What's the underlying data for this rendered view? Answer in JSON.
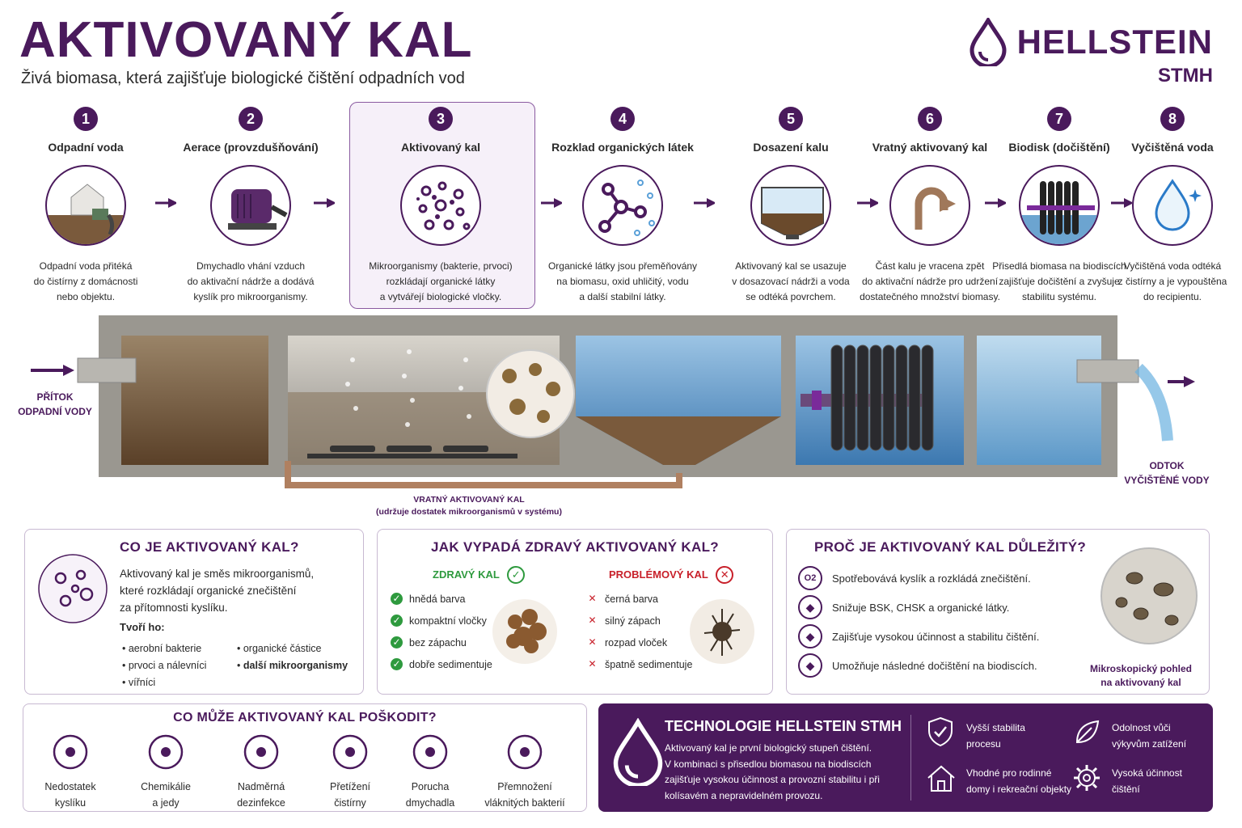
{
  "header": {
    "title": "AKTIVOVANÝ KAL",
    "subtitle": "Živá biomasa, která zajišťuje biologické čištění odpadních vod",
    "brand": "HELLSTEIN",
    "brand_sub": "STMH"
  },
  "steps": [
    {
      "n": "1",
      "label": "Odpadní voda",
      "d1": "Odpadní voda přitéká",
      "d2": "do čistírny z domácnosti",
      "d3": "nebo objektu.",
      "icon": "house-icon"
    },
    {
      "n": "2",
      "label": "Aerace (provzdušňování)",
      "d1": "Dmychadlo vhání vzduch",
      "d2": "do aktivační nádrže a dodává",
      "d3": "kyslík pro mikroorganismy.",
      "icon": "blower-icon"
    },
    {
      "n": "3",
      "label": "Aktivovaný kal",
      "d1": "Mikroorganismy (bakterie, prvoci)",
      "d2": "rozkládají organické látky",
      "d3": "a vytvářejí biologické vločky.",
      "icon": "microbe-icon"
    },
    {
      "n": "4",
      "label": "Rozklad organických látek",
      "d1": "Organické látky jsou přeměňovány",
      "d2": "na biomasu, oxid uhličitý, vodu",
      "d3": "a další stabilní látky.",
      "icon": "molecule-icon"
    },
    {
      "n": "5",
      "label": "Dosazení kalu",
      "d1": "Aktivovaný kal se usazuje",
      "d2": "v dosazovací nádrži a voda",
      "d3": "se odtéká povrchem.",
      "icon": "settling-icon"
    },
    {
      "n": "6",
      "label": "Vratný aktivovaný kal",
      "d1": "Část kalu je vracena zpět",
      "d2": "do aktivační nádrže pro udržení",
      "d3": "dostatečného množství biomasy.",
      "icon": "return-pipe-icon"
    },
    {
      "n": "7",
      "label": "Biodisk (dočištění)",
      "d1": "Přisedlá biomasa na biodiscích",
      "d2": "zajišťuje dočištění a zvyšuje",
      "d3": "stabilitu systému.",
      "icon": "biodisk-icon"
    },
    {
      "n": "8",
      "label": "Vyčištěná voda",
      "d1": "Vyčištěná voda odtéká",
      "d2": "z čistírny a je vypouštěna",
      "d3": "do recipientu.",
      "icon": "droplet-icon"
    }
  ],
  "tank": {
    "inflow1": "PŘÍTOK",
    "inflow2": "ODPADNÍ VODY",
    "outflow1": "ODTOK",
    "outflow2": "VYČIŠTĚNÉ VODY",
    "return1": "VRATNÝ AKTIVOVANÝ KAL",
    "return2": "(udržuje dostatek mikroorganismů v systému)"
  },
  "what": {
    "title": "CO JE AKTIVOVANÝ KAL?",
    "l1": "Aktivovaný kal je směs mikroorganismů,",
    "l2": "které rozkládají organické znečištění",
    "l3": "za přítomnosti kyslíku.",
    "forms": "Tvoří ho:",
    "items": [
      "aerobní bakterie",
      "prvoci a nálevníci",
      "vířníci",
      "organické částice",
      "další mikroorganismy"
    ]
  },
  "healthy": {
    "title": "JAK VYPADÁ ZDRAVÝ AKTIVOVANÝ KAL?",
    "good": "ZDRAVÝ KAL",
    "bad": "PROBLÉMOVÝ KAL",
    "good_items": [
      "hnědá barva",
      "kompaktní vločky",
      "bez zápachu",
      "dobře sedimentuje"
    ],
    "bad_items": [
      "černá barva",
      "silný zápach",
      "rozpad vloček",
      "špatně sedimentuje"
    ]
  },
  "why": {
    "title": "PROČ JE AKTIVOVANÝ KAL DŮLEŽITÝ?",
    "items": [
      "Spotřebovává kyslík a rozkládá znečištění.",
      "Snižuje BSK, CHSK a organické látky.",
      "Zajišťuje vysokou účinnost a stabilitu čištění.",
      "Umožňuje následné dočištění na biodiscích."
    ],
    "micro1": "Mikroskopický pohled",
    "micro2": "na aktivovaný kal",
    "o2": "O2"
  },
  "damage": {
    "title": "CO MŮŽE AKTIVOVANÝ KAL POŠKODIT?",
    "items": [
      {
        "a": "Nedostatek",
        "b": "kyslíku"
      },
      {
        "a": "Chemikálie",
        "b": "a jedy"
      },
      {
        "a": "Nadměrná",
        "b": "dezinfekce"
      },
      {
        "a": "Přetížení",
        "b": "čistírny"
      },
      {
        "a": "Porucha",
        "b": "dmychadla"
      },
      {
        "a": "Přemnožení",
        "b": "vláknitých bakterií"
      }
    ]
  },
  "tech": {
    "title": "TECHNOLOGIE HELLSTEIN STMH",
    "l1": "Aktivovaný kal je první biologický stupeň čištění.",
    "l2": "V kombinaci s přisedlou biomasou na biodiscích",
    "l3": "zajišťuje vysokou účinnost a provozní stabilitu i při",
    "l4": "kolísavém a nepravidelném provozu.",
    "f1a": "Vyšší stabilita",
    "f1b": "procesu",
    "f2a": "Odolnost vůči",
    "f2b": "výkyvům zatížení",
    "f3a": "Vhodné pro rodinné",
    "f3b": "domy i rekreační objekty",
    "f4a": "Vysoká účinnost",
    "f4b": "čištění"
  },
  "colors": {
    "brand": "#4a1a5c",
    "good": "#2e9a3e",
    "bad": "#c8202a"
  }
}
